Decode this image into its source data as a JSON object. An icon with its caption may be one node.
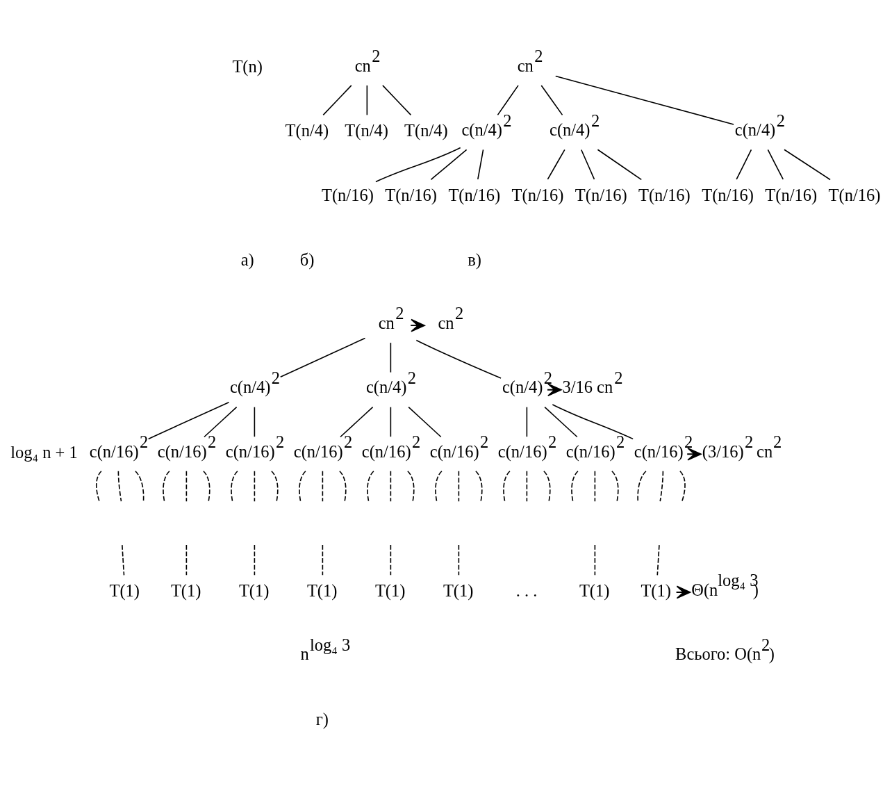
{
  "diagram": {
    "nodes": [
      {
        "text": [
          "T(n)"
        ]
      },
      {
        "text": [
          "cn$^{2}$"
        ]
      },
      {
        "text": [
          "T(n/4)"
        ]
      },
      {
        "text": [
          "T(n/4)"
        ]
      },
      {
        "text": [
          "T(n/4)"
        ]
      },
      {
        "text": [
          "cn$^{2}$"
        ]
      },
      {
        "text": [
          "c(n/4)$^{2}$"
        ]
      },
      {
        "text": [
          "c(n/4)$^{2}$"
        ]
      },
      {
        "text": [
          "c(n/4)$^{2}$"
        ]
      },
      {
        "text": [
          "T(n/16)"
        ]
      },
      {
        "text": [
          "T(n/16)"
        ]
      },
      {
        "text": [
          "T(n/16)"
        ]
      },
      {
        "text": [
          "T(n/16)"
        ]
      },
      {
        "text": [
          "T(n/16)"
        ]
      },
      {
        "text": [
          "T(n/16)"
        ]
      },
      {
        "text": [
          "T(n/16)"
        ]
      },
      {
        "text": [
          "T(n/16)"
        ]
      },
      {
        "text": [
          "T(n/16)"
        ]
      },
      {
        "text": [
          "cn$^{2}$"
        ]
      },
      {
        "text": [
          "c(n/4)$^{2}$"
        ]
      },
      {
        "text": [
          "c(n/4)$^{2}$"
        ]
      },
      {
        "text": [
          "c(n/4)$^{2}$"
        ]
      },
      {
        "text": [
          "c(n/16)$^{2}$"
        ]
      },
      {
        "text": [
          "c(n/16)$^{2}$"
        ]
      },
      {
        "text": [
          "c(n/16)$^{2}$"
        ]
      },
      {
        "text": [
          "c(n/16)$^{2}$"
        ]
      },
      {
        "text": [
          "c(n/16)$^{2}$"
        ]
      },
      {
        "text": [
          "c(n/16)$^{2}$"
        ]
      },
      {
        "text": [
          "c(n/16)$^{2}$"
        ]
      },
      {
        "text": [
          "c(n/16)$^{2}$"
        ]
      },
      {
        "text": [
          "c(n/16)$^{2}$"
        ]
      },
      {
        "text": [
          "T(1)"
        ]
      },
      {
        "text": [
          "T(1)"
        ]
      },
      {
        "text": [
          "T(1)"
        ]
      },
      {
        "text": [
          "T(1)"
        ]
      },
      {
        "text": [
          "T(1)"
        ]
      },
      {
        "text": [
          "T(1)"
        ]
      },
      {
        "text": [
          "T(1)"
        ]
      },
      {
        "text": [
          "T(1)"
        ]
      },
      {
        "text": [
          "cn$^{2}$"
        ]
      },
      {
        "text": [
          "3/16 cn$^{2}$"
        ]
      },
      {
        "text": [
          "(3/16)$^{2}$ cn$^{2}$"
        ]
      },
      {
        "text": [
          "Θ(n$^{log₄ 3}$)"
        ]
      }
    ],
    "edges": [
      {
        "from": 1,
        "to": 2,
        "arrow": "none"
      },
      {
        "from": 1,
        "to": 3,
        "arrow": "none"
      },
      {
        "from": 1,
        "to": 4,
        "arrow": "none"
      },
      {
        "from": 5,
        "to": 6,
        "arrow": "none"
      },
      {
        "from": 5,
        "to": 7,
        "arrow": "none"
      },
      {
        "from": 5,
        "to": 8,
        "arrow": "none"
      },
      {
        "from": 6,
        "to": 9,
        "arrow": "none"
      },
      {
        "from": 6,
        "to": 10,
        "arrow": "none"
      },
      {
        "from": 6,
        "to": 11,
        "arrow": "none"
      },
      {
        "from": 7,
        "to": 12,
        "arrow": "none"
      },
      {
        "from": 7,
        "to": 13,
        "arrow": "none"
      },
      {
        "from": 7,
        "to": 14,
        "arrow": "none"
      },
      {
        "from": 8,
        "to": 15,
        "arrow": "none"
      },
      {
        "from": 8,
        "to": 16,
        "arrow": "none"
      },
      {
        "from": 8,
        "to": 17,
        "arrow": "none"
      },
      {
        "from": 18,
        "to": 19,
        "arrow": "none"
      },
      {
        "from": 18,
        "to": 20,
        "arrow": "none"
      },
      {
        "from": 18,
        "to": 21,
        "arrow": "none"
      },
      {
        "from": 19,
        "to": 22,
        "arrow": "none"
      },
      {
        "from": 19,
        "to": 23,
        "arrow": "none"
      },
      {
        "from": 19,
        "to": 24,
        "arrow": "none"
      },
      {
        "from": 20,
        "to": 25,
        "arrow": "none"
      },
      {
        "from": 20,
        "to": 26,
        "arrow": "none"
      },
      {
        "from": 20,
        "to": 27,
        "arrow": "none"
      },
      {
        "from": 21,
        "to": 28,
        "arrow": "none"
      },
      {
        "from": 21,
        "to": 29,
        "arrow": "none"
      },
      {
        "from": 21,
        "to": 30,
        "arrow": "none"
      },
      {
        "from": 22,
        "to": null,
        "arrow": "none",
        "style": "dashed"
      },
      {
        "from": 22,
        "to": null,
        "arrow": "none",
        "style": "dashed"
      },
      {
        "from": 22,
        "to": null,
        "arrow": "none",
        "style": "dashed"
      },
      {
        "from": 23,
        "to": null,
        "arrow": "none",
        "style": "dashed"
      },
      {
        "from": 23,
        "to": null,
        "arrow": "none",
        "style": "dashed"
      },
      {
        "from": 23,
        "to": null,
        "arrow": "none",
        "style": "dashed"
      },
      {
        "from": 24,
        "to": null,
        "arrow": "none",
        "style": "dashed"
      },
      {
        "from": 24,
        "to": null,
        "arrow": "none",
        "style": "dashed"
      },
      {
        "from": 24,
        "to": null,
        "arrow": "none",
        "style": "dashed"
      },
      {
        "from": 25,
        "to": null,
        "arrow": "none",
        "style": "dashed"
      },
      {
        "from": 25,
        "to": null,
        "arrow": "none",
        "style": "dashed"
      },
      {
        "from": 25,
        "to": null,
        "arrow": "none",
        "style": "dashed"
      },
      {
        "from": 26,
        "to": null,
        "arrow": "none",
        "style": "dashed"
      },
      {
        "from": 26,
        "to": null,
        "arrow": "none",
        "style": "dashed"
      },
      {
        "from": 26,
        "to": null,
        "arrow": "none",
        "style": "dashed"
      },
      {
        "from": 27,
        "to": null,
        "arrow": "none",
        "style": "dashed"
      },
      {
        "from": 27,
        "to": null,
        "arrow": "none",
        "style": "dashed"
      },
      {
        "from": 27,
        "to": null,
        "arrow": "none",
        "style": "dashed"
      },
      {
        "from": 28,
        "to": null,
        "arrow": "none",
        "style": "dashed"
      },
      {
        "from": 28,
        "to": null,
        "arrow": "none",
        "style": "dashed"
      },
      {
        "from": 28,
        "to": null,
        "arrow": "none",
        "style": "dashed"
      },
      {
        "from": 29,
        "to": null,
        "arrow": "none",
        "style": "dashed"
      },
      {
        "from": 29,
        "to": null,
        "arrow": "none",
        "style": "dashed"
      },
      {
        "from": 29,
        "to": null,
        "arrow": "none",
        "style": "dashed"
      },
      {
        "from": 30,
        "to": null,
        "arrow": "none",
        "style": "dashed"
      },
      {
        "from": 30,
        "to": null,
        "arrow": "none",
        "style": "dashed"
      },
      {
        "from": 30,
        "to": null,
        "arrow": "none",
        "style": "dashed"
      },
      {
        "from": null,
        "to": 31,
        "arrow": "none",
        "style": "dashed"
      },
      {
        "from": null,
        "to": 32,
        "arrow": "none",
        "style": "dashed"
      },
      {
        "from": null,
        "to": 33,
        "arrow": "none",
        "style": "dashed"
      },
      {
        "from": null,
        "to": 34,
        "arrow": "none",
        "style": "dashed"
      },
      {
        "from": null,
        "to": 35,
        "arrow": "none",
        "style": "dashed"
      },
      {
        "from": null,
        "to": 36,
        "arrow": "none",
        "style": "dashed"
      },
      {
        "from": null,
        "to": 37,
        "arrow": "none",
        "style": "dashed"
      },
      {
        "from": null,
        "to": 38,
        "arrow": "none",
        "style": "dashed"
      },
      {
        "from": 18,
        "to": 39,
        "arrow": "to",
        "style": "dashed"
      },
      {
        "from": 21,
        "to": 40,
        "arrow": "to",
        "style": "dashed"
      },
      {
        "from": 30,
        "to": 41,
        "arrow": "to",
        "style": "dashed"
      },
      {
        "from": 38,
        "to": 42,
        "arrow": "to",
        "style": "dashed"
      }
    ],
    "labels": [
      "а)",
      "б)",
      "в)",
      "log₄ n + 1",
      ". . .",
      "n$^{log₄ 3}$",
      "Всього: O(n$^{2}$)",
      "г)"
    ]
  }
}
